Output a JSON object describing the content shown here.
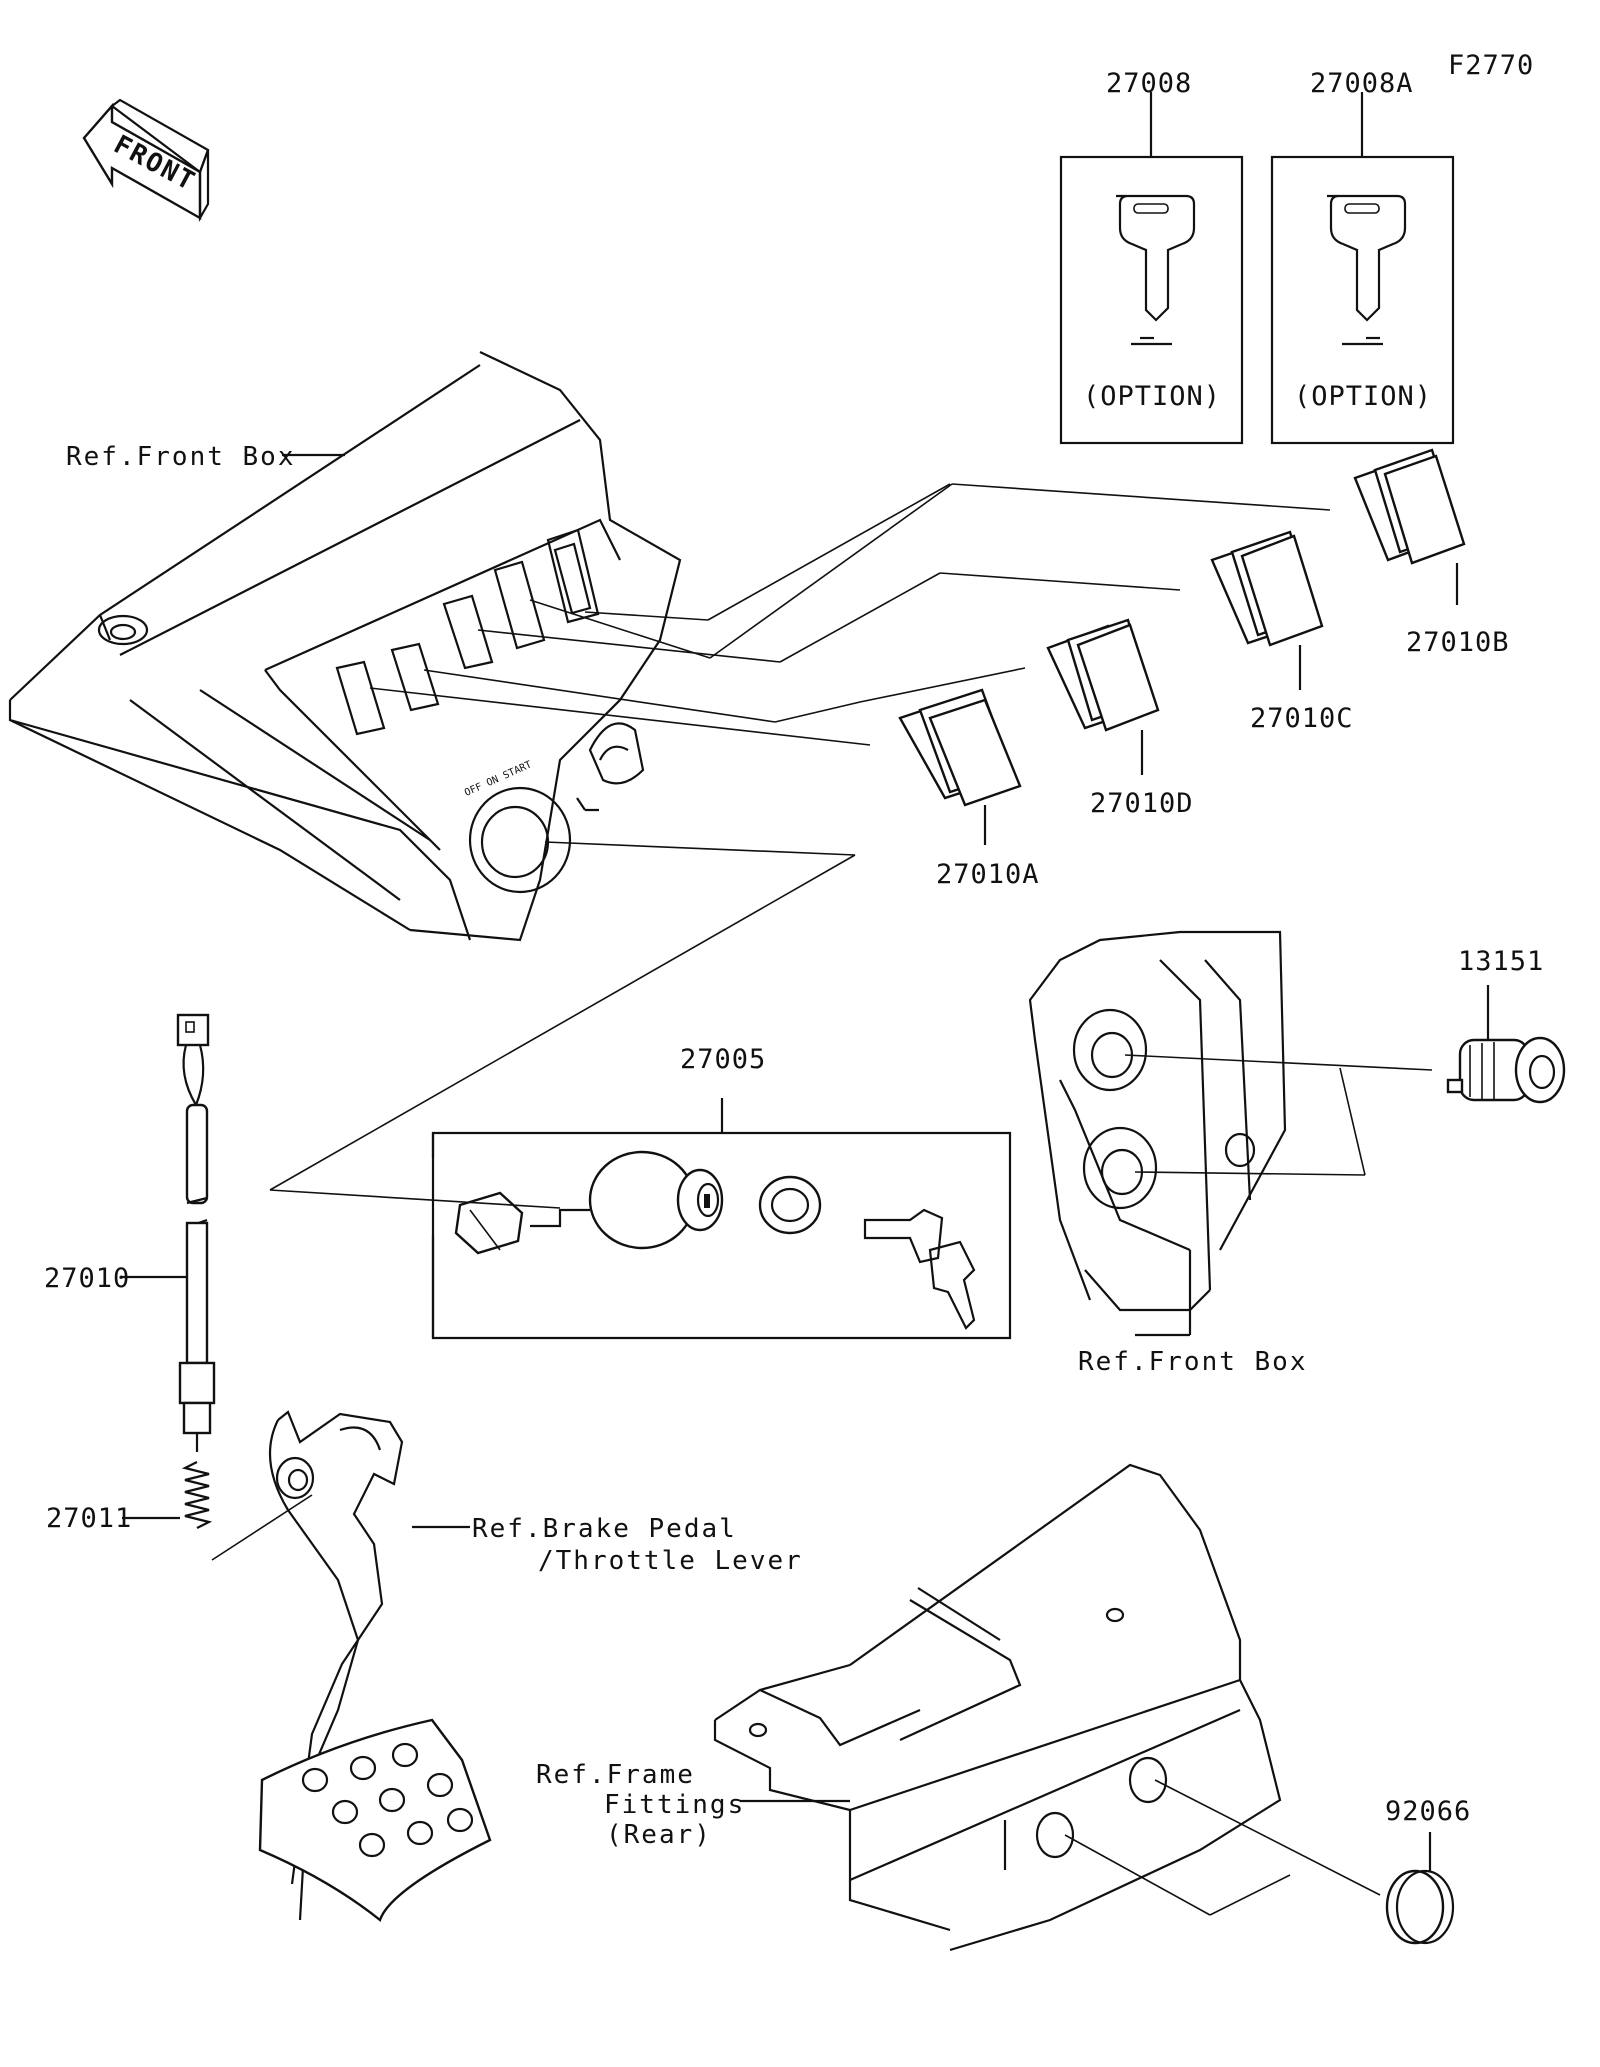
{
  "diagram": {
    "figure_code": "F2770",
    "front_arrow_label": "FRONT",
    "parts": [
      {
        "id": "p27008",
        "number": "27008",
        "note": "(OPTION)"
      },
      {
        "id": "p27008A",
        "number": "27008A",
        "note": "(OPTION)"
      },
      {
        "id": "p27010B",
        "number": "27010B"
      },
      {
        "id": "p27010C",
        "number": "27010C"
      },
      {
        "id": "p27010D",
        "number": "27010D"
      },
      {
        "id": "p27010A",
        "number": "27010A"
      },
      {
        "id": "p13151",
        "number": "13151"
      },
      {
        "id": "p27005",
        "number": "27005"
      },
      {
        "id": "p27010",
        "number": "27010"
      },
      {
        "id": "p27011",
        "number": "27011"
      },
      {
        "id": "p92066",
        "number": "92066"
      }
    ],
    "references": {
      "front_box_top": "Ref.Front Box",
      "front_box_right": "Ref.Front Box",
      "brake_pedal_line1": "Ref.Brake Pedal",
      "brake_pedal_line2": "/Throttle Lever",
      "frame_line1": "Ref.Frame",
      "frame_line2": "Fittings",
      "frame_line3": "(Rear)"
    }
  }
}
